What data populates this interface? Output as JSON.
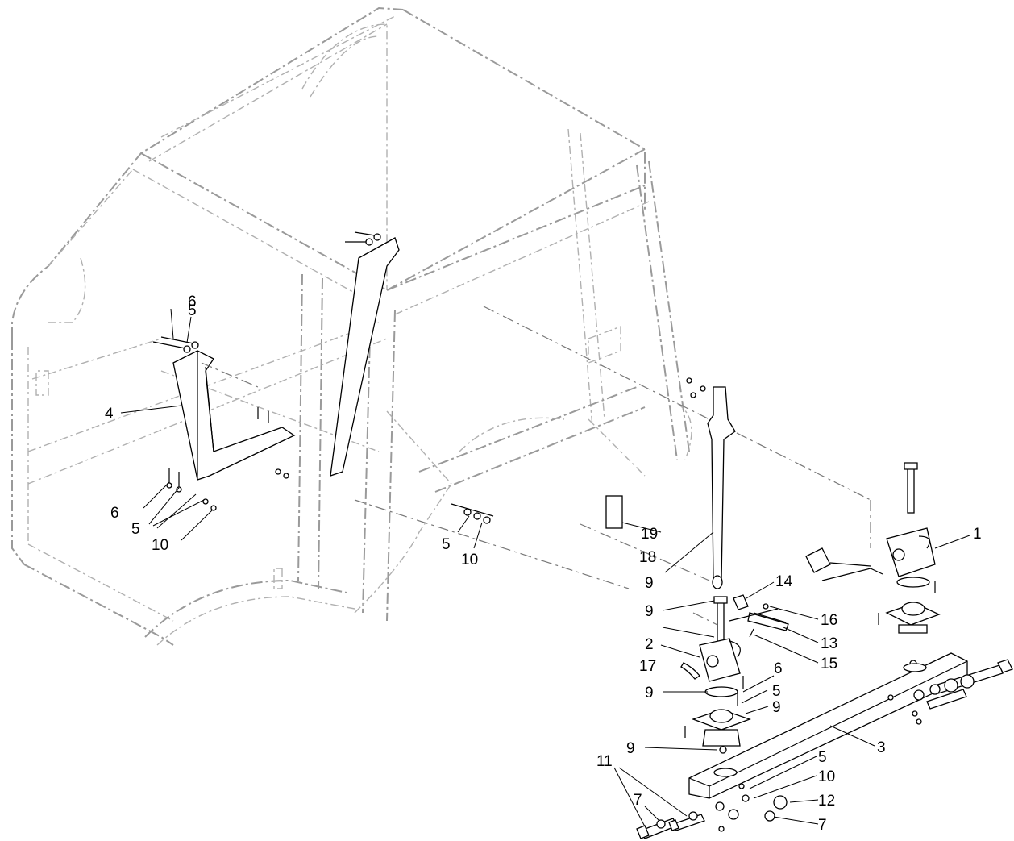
{
  "callouts": [
    {
      "id": "c1",
      "text": "1"
    },
    {
      "id": "c2",
      "text": "2"
    },
    {
      "id": "c3",
      "text": "3"
    },
    {
      "id": "c4",
      "text": "4"
    },
    {
      "id": "c5a",
      "text": "5"
    },
    {
      "id": "c5b",
      "text": "5"
    },
    {
      "id": "c5c",
      "text": "5"
    },
    {
      "id": "c5d",
      "text": "5"
    },
    {
      "id": "c5e",
      "text": "5"
    },
    {
      "id": "c6a",
      "text": "6"
    },
    {
      "id": "c6b",
      "text": "6"
    },
    {
      "id": "c6c",
      "text": "6"
    },
    {
      "id": "c7a",
      "text": "7"
    },
    {
      "id": "c7b",
      "text": "7"
    },
    {
      "id": "c9a",
      "text": "9"
    },
    {
      "id": "c9b",
      "text": "9"
    },
    {
      "id": "c9c",
      "text": "9"
    },
    {
      "id": "c9d",
      "text": "9"
    },
    {
      "id": "c9e",
      "text": "9"
    },
    {
      "id": "c10a",
      "text": "10"
    },
    {
      "id": "c10b",
      "text": "10"
    },
    {
      "id": "c10c",
      "text": "10"
    },
    {
      "id": "c11",
      "text": "11"
    },
    {
      "id": "c12",
      "text": "12"
    },
    {
      "id": "c13",
      "text": "13"
    },
    {
      "id": "c14",
      "text": "14"
    },
    {
      "id": "c15",
      "text": "15"
    },
    {
      "id": "c16",
      "text": "16"
    },
    {
      "id": "c17",
      "text": "17"
    },
    {
      "id": "c18",
      "text": "18"
    },
    {
      "id": "c19",
      "text": "19"
    }
  ]
}
